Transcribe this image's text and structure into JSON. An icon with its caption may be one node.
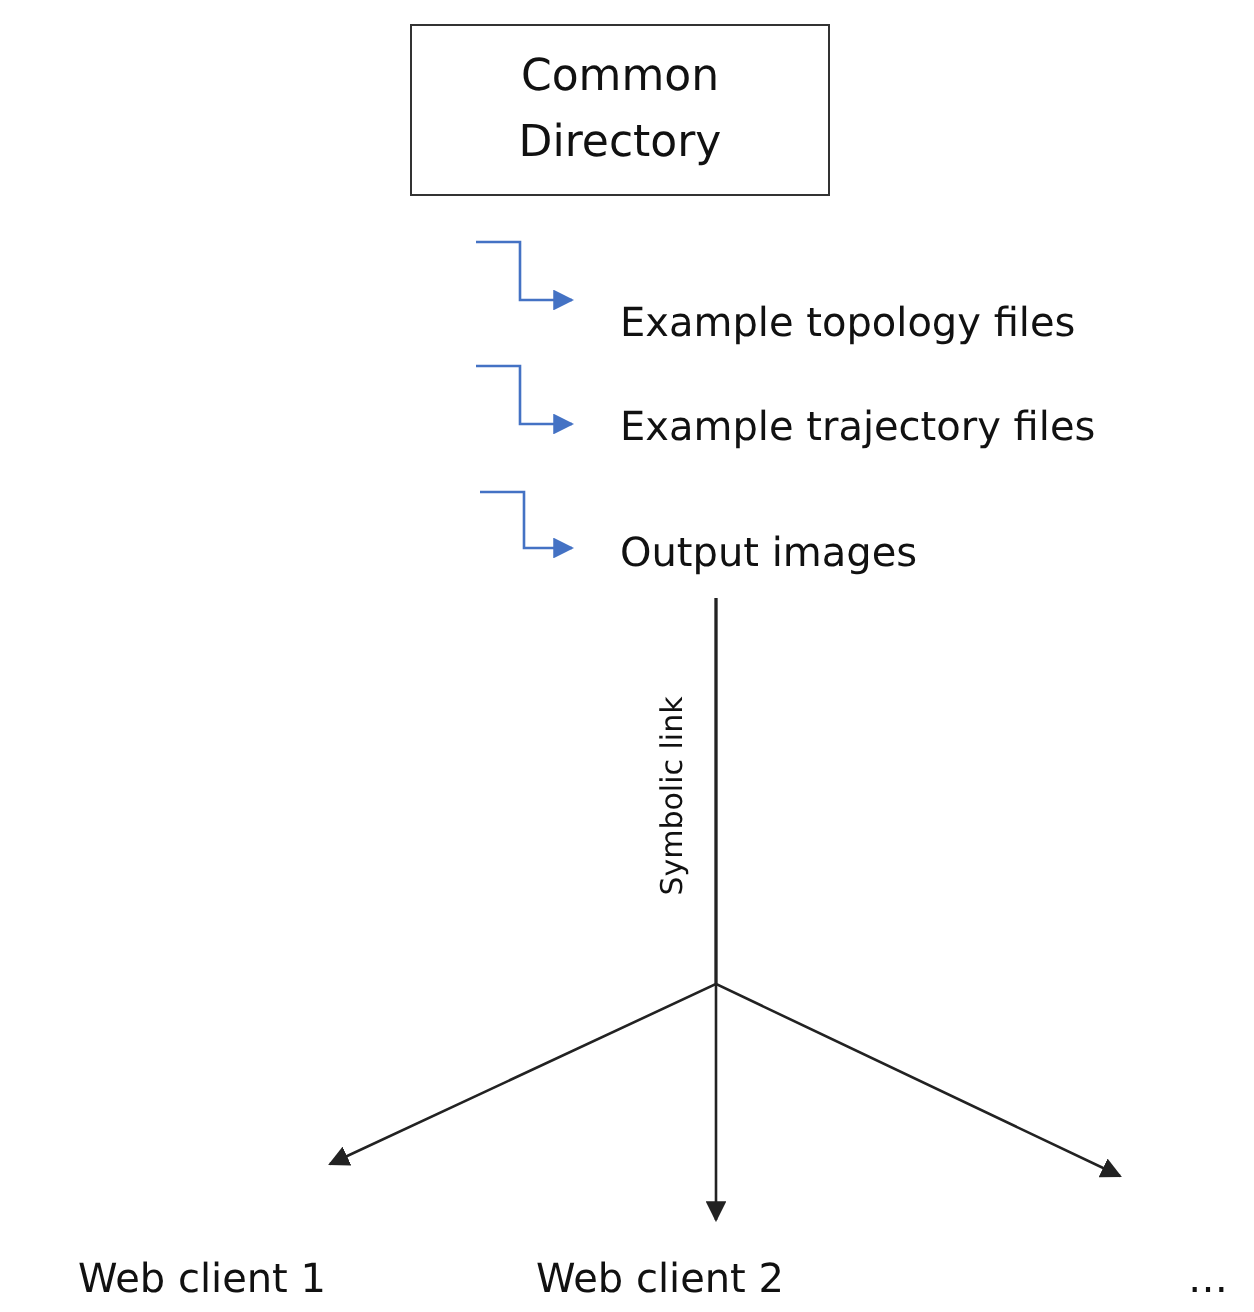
{
  "diagram": {
    "nodes": [
      {
        "text": [
          "Common Directory"
        ]
      },
      {
        "text": [
          "Example topology files"
        ]
      },
      {
        "text": [
          "Example trajectory files"
        ]
      },
      {
        "text": [
          "Output images"
        ]
      },
      {
        "text": [
          "Web client 1"
        ]
      },
      {
        "text": [
          "Web client 2"
        ]
      },
      {
        "text": [
          "…"
        ]
      }
    ],
    "edges": [
      {
        "from": null,
        "to": 1,
        "arrow": "to",
        "color": "#4472c4"
      },
      {
        "from": null,
        "to": 2,
        "arrow": "to",
        "color": "#4472c4"
      },
      {
        "from": null,
        "to": 3,
        "arrow": "to",
        "color": "#4472c4"
      },
      {
        "from": 3,
        "to": 4,
        "arrow": "to",
        "color": "#222222"
      },
      {
        "from": 3,
        "to": 5,
        "arrow": "to",
        "label": "Symbolic link",
        "color": "#222222"
      },
      {
        "from": 3,
        "to": 6,
        "arrow": "to",
        "color": "#222222"
      }
    ]
  }
}
